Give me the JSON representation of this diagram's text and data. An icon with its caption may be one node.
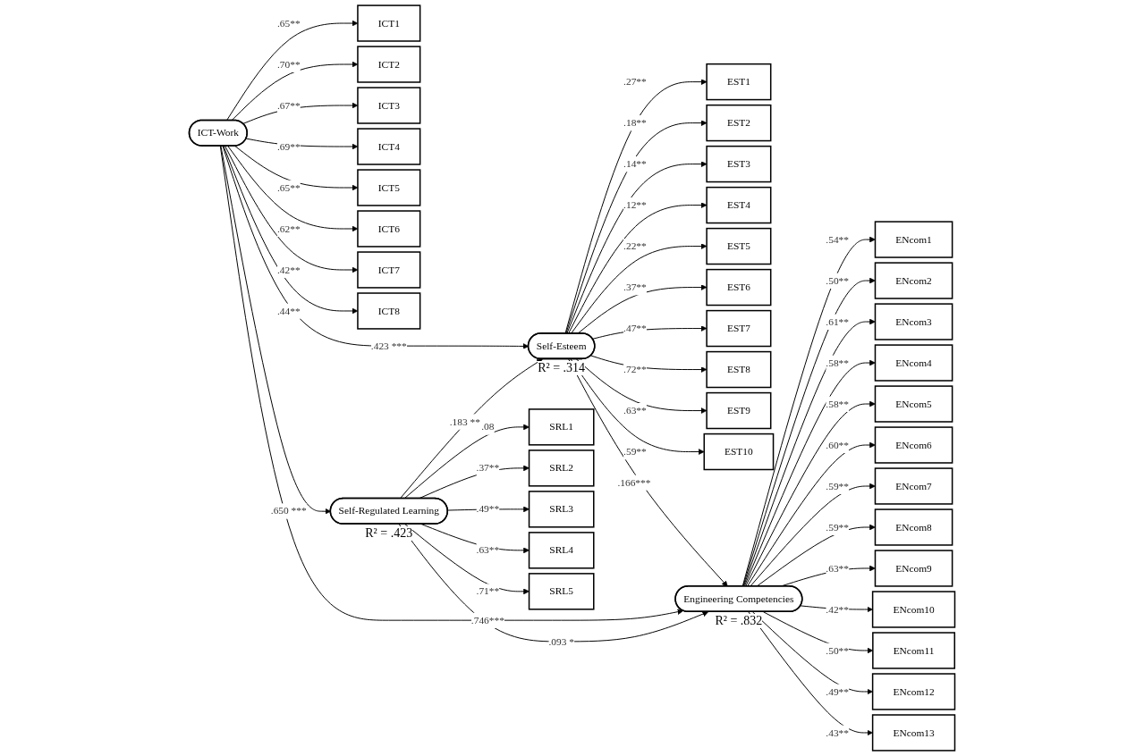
{
  "diagram": {
    "nodes": [
      {
        "text": [
          "EST1"
        ]
      },
      {
        "text": [
          "EST2"
        ]
      },
      {
        "text": [
          "EST3"
        ]
      },
      {
        "text": [
          "EST4"
        ]
      },
      {
        "text": [
          "EST5"
        ]
      },
      {
        "text": [
          "EST6"
        ]
      },
      {
        "text": [
          "EST7"
        ]
      },
      {
        "text": [
          "EST8"
        ]
      },
      {
        "text": [
          "EST9"
        ]
      },
      {
        "text": [
          "EST10"
        ]
      },
      {
        "text": [
          "ENcom1"
        ]
      },
      {
        "text": [
          "ENcom2"
        ]
      },
      {
        "text": [
          "ENcom3"
        ]
      },
      {
        "text": [
          "ENcom4"
        ]
      },
      {
        "text": [
          "ENcom5"
        ]
      },
      {
        "text": [
          "ENcom6"
        ]
      },
      {
        "text": [
          "ENcom7"
        ]
      },
      {
        "text": [
          "ENcom8"
        ]
      },
      {
        "text": [
          "ENcom9"
        ]
      },
      {
        "text": [
          "ENcom10"
        ]
      },
      {
        "text": [
          "ENcom11"
        ]
      },
      {
        "text": [
          "ENcom12"
        ]
      },
      {
        "text": [
          "ENcom13"
        ]
      },
      {
        "text": [
          "ICT1"
        ]
      },
      {
        "text": [
          "ICT2"
        ]
      },
      {
        "text": [
          "ICT3"
        ]
      },
      {
        "text": [
          "ICT4"
        ]
      },
      {
        "text": [
          "ICT5"
        ]
      },
      {
        "text": [
          "ICT6"
        ]
      },
      {
        "text": [
          "ICT7"
        ]
      },
      {
        "text": [
          "ICT8"
        ]
      },
      {
        "text": [
          "Self-Esteem"
        ],
        "beside": [
          "R² = .314"
        ]
      },
      {
        "text": [
          "ICT-Work"
        ]
      },
      {
        "text": [
          "Engineering Competencies"
        ],
        "beside": [
          "R² = .832"
        ]
      },
      {
        "text": [
          "Self-Regulated Learning"
        ],
        "beside": [
          "R² = .423"
        ]
      },
      {
        "text": [
          "SRL1"
        ]
      },
      {
        "text": [
          "SRL2"
        ]
      },
      {
        "text": [
          "SRL3"
        ]
      },
      {
        "text": [
          "SRL4"
        ]
      },
      {
        "text": [
          "SRL5"
        ]
      }
    ],
    "edges": [
      {
        "from": 32,
        "to": 31,
        "arrow": "to",
        "label": ".423 ***"
      },
      {
        "from": 31,
        "to": 33,
        "arrow": "to",
        "label": ".166***"
      },
      {
        "from": 32,
        "to": 33,
        "arrow": "to",
        "label": ".746***"
      },
      {
        "from": 32,
        "to": 34,
        "arrow": "to",
        "label": ".650 ***"
      },
      {
        "from": 34,
        "to": 31,
        "arrow": "to",
        "label": ".183 **"
      },
      {
        "from": 34,
        "to": 33,
        "arrow": "to",
        "label": ".093 *"
      },
      {
        "from": 31,
        "to": 0,
        "arrow": "to",
        "label": ".27**"
      },
      {
        "from": 31,
        "to": 1,
        "arrow": "to",
        "label": ".18**"
      },
      {
        "from": 31,
        "to": 2,
        "arrow": "to",
        "label": ".14**"
      },
      {
        "from": 31,
        "to": 3,
        "arrow": "to",
        "label": ".12**"
      },
      {
        "from": 31,
        "to": 4,
        "arrow": "to",
        "label": ".22**"
      },
      {
        "from": 31,
        "to": 5,
        "arrow": "to",
        "label": ".37**"
      },
      {
        "from": 31,
        "to": 6,
        "arrow": "to",
        "label": ".47**"
      },
      {
        "from": 31,
        "to": 7,
        "arrow": "to",
        "label": ".72**"
      },
      {
        "from": 31,
        "to": 8,
        "arrow": "to",
        "label": ".63**"
      },
      {
        "from": 31,
        "to": 9,
        "arrow": "to",
        "label": ".59**"
      },
      {
        "from": 32,
        "to": 23,
        "arrow": "to",
        "label": ".65**"
      },
      {
        "from": 32,
        "to": 24,
        "arrow": "to",
        "label": ".70**"
      },
      {
        "from": 32,
        "to": 25,
        "arrow": "to",
        "label": ".67**"
      },
      {
        "from": 32,
        "to": 26,
        "arrow": "to",
        "label": ".69**"
      },
      {
        "from": 32,
        "to": 27,
        "arrow": "to",
        "label": ".65**"
      },
      {
        "from": 32,
        "to": 28,
        "arrow": "to",
        "label": ".62**"
      },
      {
        "from": 32,
        "to": 29,
        "arrow": "to",
        "label": ".42**"
      },
      {
        "from": 32,
        "to": 30,
        "arrow": "to",
        "label": ".44**"
      },
      {
        "from": 33,
        "to": 10,
        "arrow": "to",
        "label": ".54**"
      },
      {
        "from": 33,
        "to": 11,
        "arrow": "to",
        "label": ".50**"
      },
      {
        "from": 33,
        "to": 12,
        "arrow": "to",
        "label": ".61**"
      },
      {
        "from": 33,
        "to": 13,
        "arrow": "to",
        "label": ".58**"
      },
      {
        "from": 33,
        "to": 14,
        "arrow": "to",
        "label": ".58**"
      },
      {
        "from": 33,
        "to": 15,
        "arrow": "to",
        "label": ".60**"
      },
      {
        "from": 33,
        "to": 16,
        "arrow": "to",
        "label": ".59**"
      },
      {
        "from": 33,
        "to": 17,
        "arrow": "to",
        "label": ".59**"
      },
      {
        "from": 33,
        "to": 18,
        "arrow": "to",
        "label": ".63**"
      },
      {
        "from": 33,
        "to": 19,
        "arrow": "to",
        "label": ".42**"
      },
      {
        "from": 33,
        "to": 20,
        "arrow": "to",
        "label": ".50**"
      },
      {
        "from": 33,
        "to": 21,
        "arrow": "to",
        "label": ".49**"
      },
      {
        "from": 33,
        "to": 22,
        "arrow": "to",
        "label": ".43**"
      },
      {
        "from": 34,
        "to": 35,
        "arrow": "to",
        "label": ".08"
      },
      {
        "from": 34,
        "to": 36,
        "arrow": "to",
        "label": ".37**"
      },
      {
        "from": 34,
        "to": 37,
        "arrow": "to",
        "label": ".49**"
      },
      {
        "from": 34,
        "to": 38,
        "arrow": "to",
        "label": ".63**"
      },
      {
        "from": 34,
        "to": 39,
        "arrow": "to",
        "label": ".71**"
      }
    ]
  }
}
